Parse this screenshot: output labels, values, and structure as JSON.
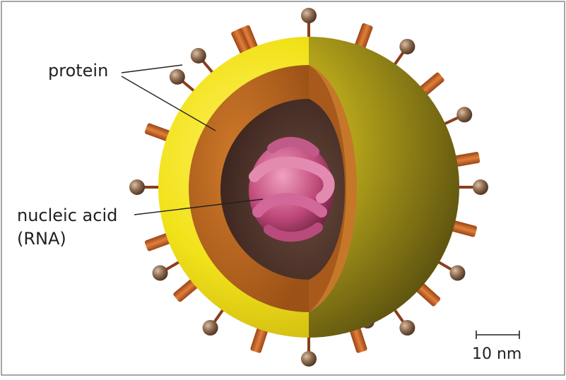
{
  "labels": {
    "protein": "protein",
    "nucleic_acid_line1": "nucleic acid",
    "nucleic_acid_line2": "(RNA)"
  },
  "scale_bar": {
    "label": "10 nm"
  },
  "colors": {
    "envelope_yellow": "#f2e21a",
    "envelope_olive": "#8a7d16",
    "capsid_orange": "#b8651e",
    "interior_dark": "#4a2e26",
    "rna_pink": "#d05a8a",
    "spike_stick": "#9a4a22",
    "spike_knob": "#8e6c50",
    "cylinder_spike": "#c9622a",
    "border": "#777777"
  },
  "icons": [
    "virus-particle-diagram",
    "glycoprotein-spike",
    "knob-spike",
    "rna-coil"
  ]
}
